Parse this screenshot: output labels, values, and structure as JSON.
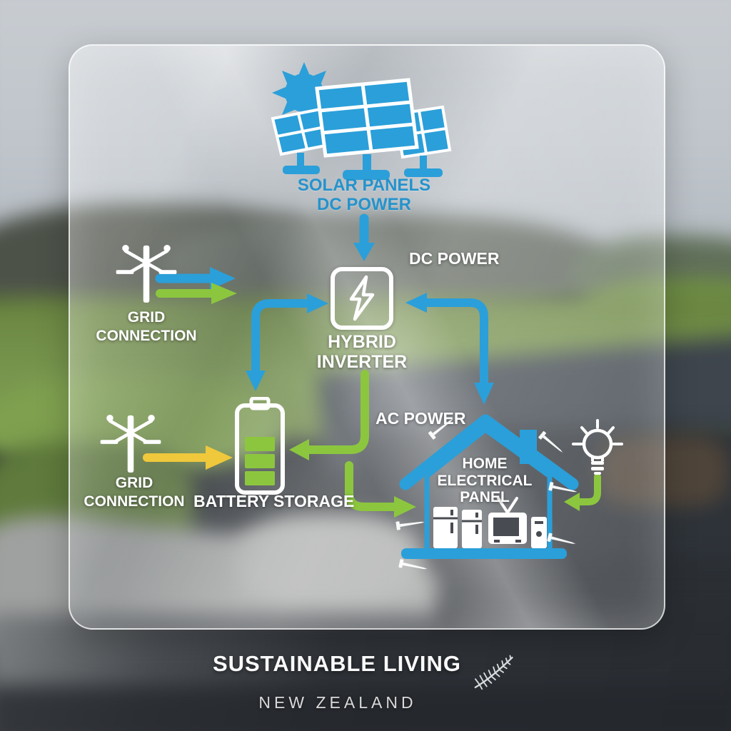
{
  "colors": {
    "blue": "#2B9FD9",
    "green": "#8CC63F",
    "yellow": "#EFC83C",
    "text_blue": "#2593CC",
    "white": "#FFFFFF"
  },
  "diagram": {
    "solar_panels": {
      "line1": "SOLAR PANELS",
      "line2": "DC POWER"
    },
    "dc_power": "DC POWER",
    "hybrid_inverter": {
      "line1": "HYBRID",
      "line2": "INVERTER"
    },
    "grid_top": {
      "line1": "GRID",
      "line2": "CONNECTION"
    },
    "battery": "BATTERY STORAGE",
    "grid_bottom": {
      "line1": "GRID",
      "line2": "CONNECTION"
    },
    "ac_power": "AC POWER",
    "house": {
      "line1": "HOME",
      "line2": "ELECTRICAL",
      "line3": "PANEL"
    }
  },
  "footer": {
    "title": "SUSTAINABLE LIVING",
    "subtitle": "NEW ZEALAND"
  }
}
